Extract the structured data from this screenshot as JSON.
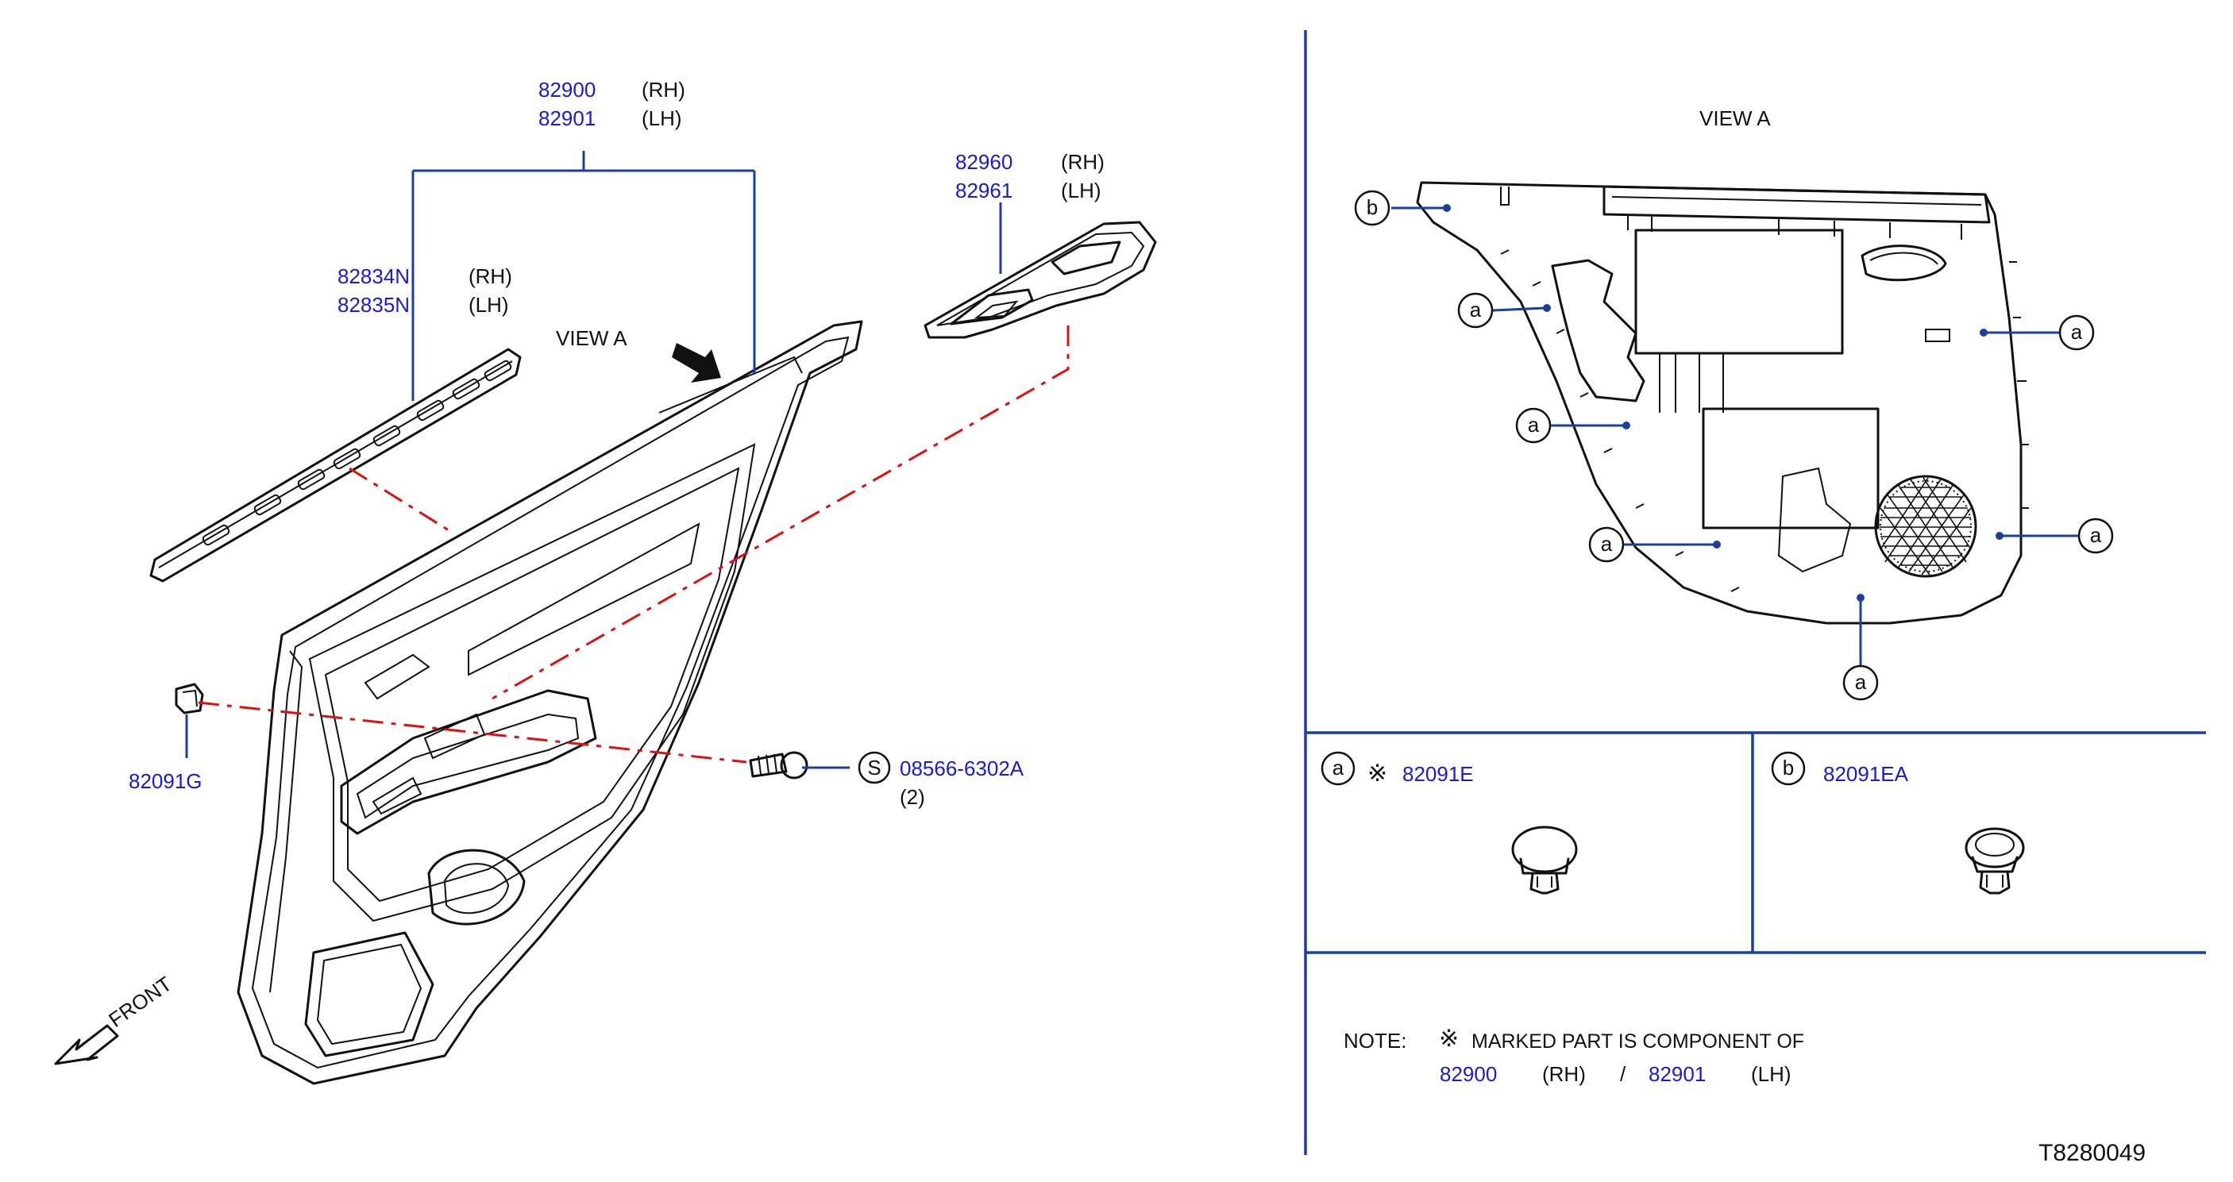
{
  "diagram": {
    "view_label_left": "VIEW   A",
    "view_label_right": "VIEW   A",
    "front_label": "FRONT",
    "diagram_id": "T8280049",
    "labels": {
      "trim_rh_num": "82900",
      "trim_rh_side": "(RH)",
      "trim_lh_num": "82901",
      "trim_lh_side": "(LH)",
      "finisher_rh_num": "82960",
      "finisher_rh_side": "(RH)",
      "finisher_lh_num": "82961",
      "finisher_lh_side": "(LH)",
      "weatherstrip_rh_num": "82834N",
      "weatherstrip_rh_side": "(RH)",
      "weatherstrip_lh_num": "82835N",
      "weatherstrip_lh_side": "(LH)",
      "clip_num": "82091G",
      "screw_marker": "S",
      "screw_num": "08566-6302A",
      "screw_qty": "(2)"
    },
    "callouts": {
      "a": "a",
      "b": "b"
    },
    "legend": {
      "a_marker": "a",
      "a_mark": "※",
      "a_num": "82091E",
      "b_marker": "b",
      "b_num": "82091EA"
    },
    "note": {
      "prefix": "NOTE:",
      "mark": "※",
      "text": "MARKED   PART   IS   COMPONENT   OF",
      "num1": "82900",
      "side1": "(RH)",
      "sep": "/",
      "num2": "82901",
      "side2": "(LH)"
    }
  }
}
